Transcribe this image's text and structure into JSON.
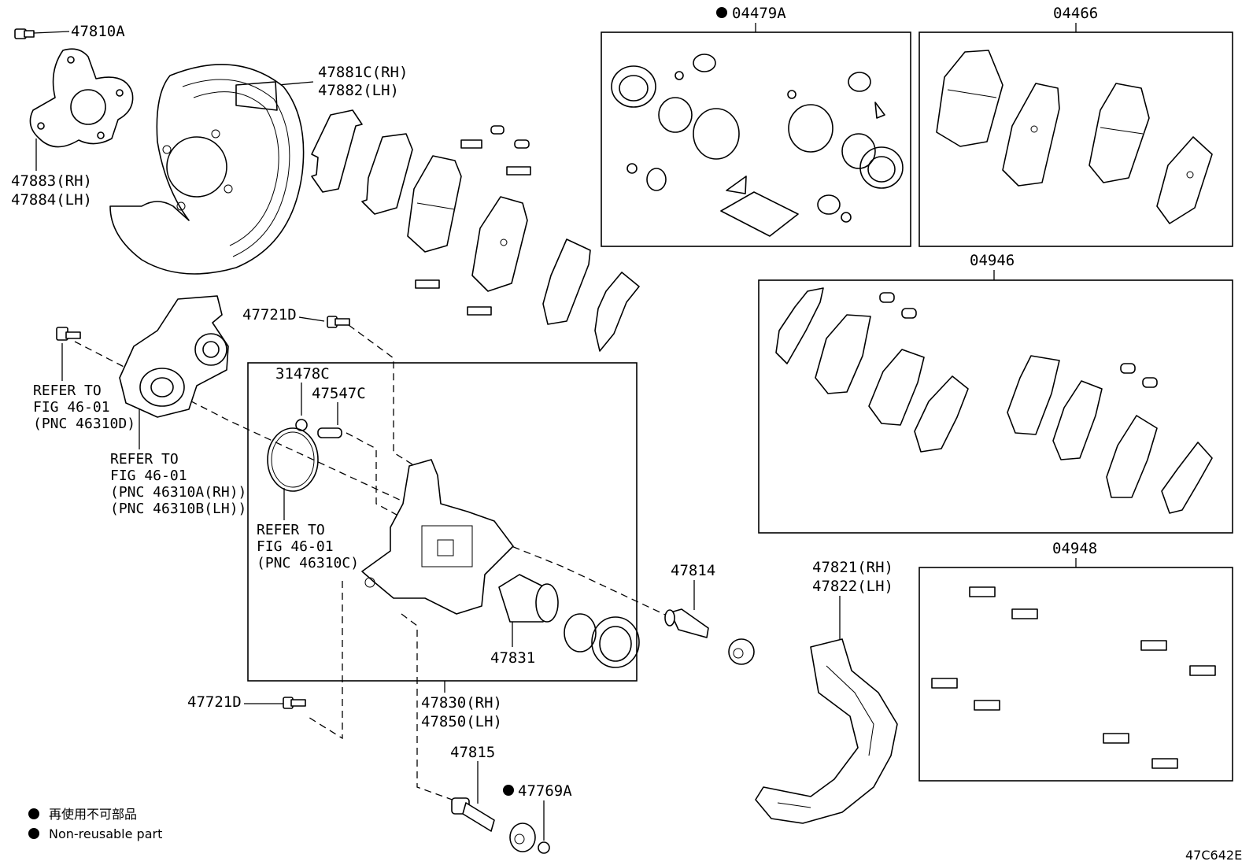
{
  "figure_id": "47C642E",
  "kits": {
    "kit_04479A": {
      "label": "04479A",
      "non_reusable": true
    },
    "kit_04466": {
      "label": "04466"
    },
    "kit_04946": {
      "label": "04946"
    },
    "kit_04948": {
      "label": "04948"
    }
  },
  "parts": {
    "p47810A": "47810A",
    "p47881C": "47881C(RH)",
    "p47882": "47882(LH)",
    "p47883": "47883(RH)",
    "p47884": "47884(LH)",
    "p47721D_top": "47721D",
    "p47721D_bottom": "47721D",
    "p31478C": "31478C",
    "p47547C": "47547C",
    "p47814": "47814",
    "p47821": "47821(RH)",
    "p47822": "47822(LH)",
    "p47831": "47831",
    "p47830": "47830(RH)",
    "p47850": "47850(LH)",
    "p47815": "47815",
    "p47769A": "47769A"
  },
  "refs": {
    "ref_d": [
      "REFER TO",
      "FIG 46-01",
      "(PNC 46310D)"
    ],
    "ref_ab": [
      "REFER TO",
      "FIG 46-01",
      "(PNC 46310A(RH))",
      "(PNC 46310B(LH))"
    ],
    "ref_c": [
      "REFER TO",
      "FIG 46-01",
      "(PNC 46310C)"
    ]
  },
  "legend": {
    "line1": "再使用不可部品",
    "line2": "Non-reusable part"
  }
}
